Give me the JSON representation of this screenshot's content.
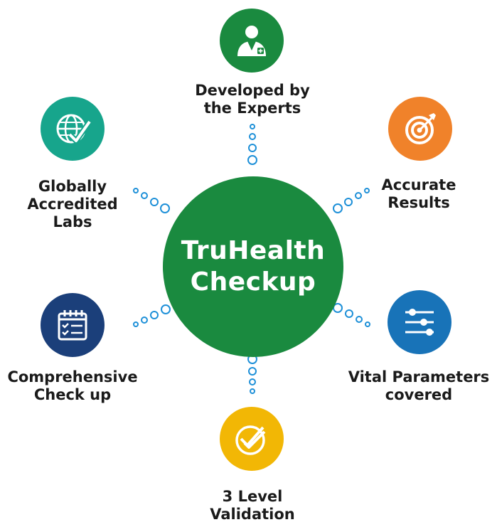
{
  "center": {
    "line1": "TruHealth",
    "line2": "Checkup"
  },
  "colors": {
    "hub": "#1a8a3f",
    "experts": "#1a8a3f",
    "accurate": "#f0822a",
    "vital": "#1873b8",
    "validation": "#f2b705",
    "comprehensive": "#1b3f7a",
    "accredited": "#17a58c",
    "connector_dots": "#1e90d8"
  },
  "nodes": [
    {
      "id": "experts",
      "icon": "doctor-icon",
      "lines": [
        "Developed by",
        "the Experts"
      ]
    },
    {
      "id": "accurate",
      "icon": "target-icon",
      "lines": [
        "Accurate",
        "Results"
      ]
    },
    {
      "id": "vital",
      "icon": "sliders-icon",
      "lines": [
        "Vital Parameters",
        "covered"
      ]
    },
    {
      "id": "validation",
      "icon": "double-check-icon",
      "lines": [
        "3 Level",
        "Validation"
      ]
    },
    {
      "id": "comprehensive",
      "icon": "calendar-check-icon",
      "lines": [
        "Comprehensive",
        "Check up"
      ]
    },
    {
      "id": "accredited",
      "icon": "globe-check-icon",
      "lines": [
        "Globally",
        "Accredited",
        "Labs"
      ]
    }
  ]
}
